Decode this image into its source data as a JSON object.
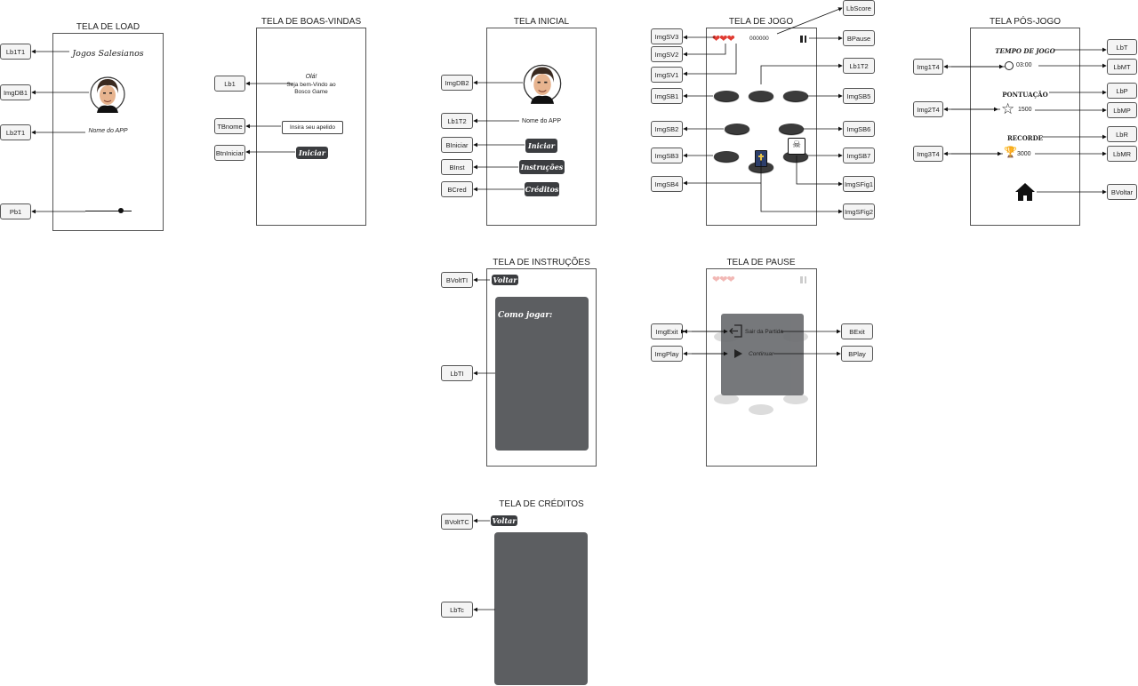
{
  "screens": {
    "load": {
      "title": "TELA DE LOAD",
      "app_heading": "Jogos Salesianos",
      "app_name": "Nome do APP",
      "labels": {
        "lb1t1": "Lb1T1",
        "imgdb1": "ImgDB1",
        "lb2t1": "Lb2T1",
        "pb1": "Pb1"
      }
    },
    "welcome": {
      "title": "TELA DE BOAS-VINDAS",
      "greeting_1": "Olá!",
      "greeting_2": "Seja bem-Vindo ao",
      "greeting_3": "Bosco Game",
      "input_placeholder": "Insira seu apelido",
      "start_button": "Iniciar",
      "labels": {
        "lb1": "Lb1",
        "tbnome": "TBnome",
        "btniniciar": "BtnIniciar"
      }
    },
    "home": {
      "title": "TELA INICIAL",
      "app_name": "Nome do APP",
      "buttons": {
        "start": "Iniciar",
        "instructions": "Instruções",
        "credits": "Créditos"
      },
      "labels": {
        "imgdb2": "ImgDB2",
        "lb1t2": "Lb1T2",
        "biniciar": "BIniciar",
        "binst": "BInst",
        "bcred": "BCred"
      }
    },
    "game": {
      "title": "TELA DE JOGO",
      "score": "000000",
      "labels": {
        "lbscore": "LbScore",
        "imgsv3": "ImgSV3",
        "imgsv2": "ImgSV2",
        "imgsv1": "ImgSV1",
        "bpause": "BPause",
        "lb1t2": "Lb1T2",
        "imgsb1": "ImgSB1",
        "imgsb5": "ImgSB5",
        "imgsb2": "ImgSB2",
        "imgsb6": "ImgSB6",
        "imgsb3": "ImgSB3",
        "imgsb7": "ImgSB7",
        "imgsfig1": "ImgSFig1",
        "imgsb4": "ImgSB4",
        "imgsfig2": "ImgSFig2"
      }
    },
    "postgame": {
      "title": "TELA PÓS-JOGO",
      "time_heading": "TEMPO DE JOGO",
      "time_value": "03:00",
      "score_heading": "PONTUAÇÃO",
      "score_value": "1500",
      "record_heading": "RECORDE",
      "record_value": "3000",
      "labels": {
        "lbt": "LbT",
        "img1t4": "Img1T4",
        "lbmt": "LbMT",
        "lbp": "LbP",
        "img2t4": "Img2T4",
        "lbmp": "LbMP",
        "lbr": "LbR",
        "img3t4": "Img3T4",
        "lbmr": "LbMR",
        "bvoltar": "BVoltar"
      }
    },
    "instructions": {
      "title": "TELA DE INSTRUÇÕES",
      "back_button": "Voltar",
      "how_to_play": "Como jogar:",
      "labels": {
        "bvoltti": "BVoltTI",
        "lbti": "LbTI"
      }
    },
    "pause": {
      "title": "TELA DE PAUSE",
      "exit_text": "Sair da Partida",
      "continue_text": "Continuar",
      "labels": {
        "imgexit": "ImgExit",
        "imgplay": "ImgPlay",
        "bexit": "BExit",
        "bplay": "BPlay"
      }
    },
    "credits": {
      "title": "TELA DE CRÉDITOS",
      "back_button": "Voltar",
      "labels": {
        "bvolttc": "BVoltTC",
        "lbtc": "LbTc"
      }
    }
  },
  "colors": {
    "panel": "#5c5e61",
    "button": "#3b3d40",
    "heart": "#e03b32",
    "heart_faded": "#f2b8b5"
  },
  "icons": [
    "don-bosco-avatar",
    "heart-icon",
    "pause-icon",
    "bible-icon",
    "skull-book-icon",
    "stopwatch-icon",
    "star-icon",
    "trophy-icon",
    "home-icon",
    "exit-icon",
    "play-icon"
  ]
}
